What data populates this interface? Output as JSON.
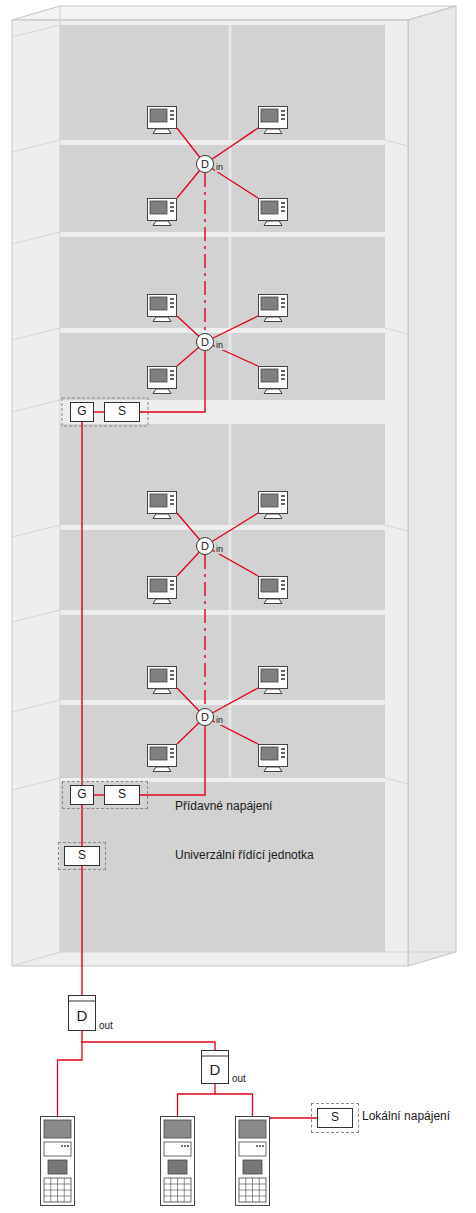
{
  "diagram": {
    "nodes": [
      {
        "text": [
          "D",
          "in"
        ]
      },
      {
        "text": [
          "D",
          "in"
        ]
      },
      {
        "text": [
          "G"
        ]
      },
      {
        "text": [
          "S"
        ]
      },
      {
        "text": [
          "D",
          "in"
        ]
      },
      {
        "text": [
          "D",
          "in"
        ]
      },
      {
        "text": [
          "Přídavné napájení"
        ]
      },
      {
        "text": [
          "G"
        ],
        "in": 6
      },
      {
        "text": [
          "S"
        ],
        "in": 6
      },
      {
        "text": [
          "Univerzální řídící jednotka"
        ]
      },
      {
        "text": [
          "S"
        ],
        "in": 9
      },
      {
        "text": [
          "D",
          "out"
        ]
      },
      {
        "text": [
          "D",
          "out"
        ]
      },
      {
        "text": [
          "Lokální napájení"
        ]
      },
      {
        "text": [
          "S"
        ],
        "in": 13
      }
    ],
    "edges": [
      {
        "from": 0,
        "to": 1,
        "arrow": "none"
      },
      {
        "from": 1,
        "to": 3,
        "arrow": "none"
      },
      {
        "from": 2,
        "to": 3,
        "arrow": "none"
      },
      {
        "from": 2,
        "to": 7,
        "arrow": "none"
      },
      {
        "from": 4,
        "to": 5,
        "arrow": "none"
      },
      {
        "from": 5,
        "to": 8,
        "arrow": "none"
      },
      {
        "from": 7,
        "to": 8,
        "arrow": "none"
      },
      {
        "from": 7,
        "to": 10,
        "arrow": "none"
      },
      {
        "from": 10,
        "to": 11,
        "arrow": "none"
      },
      {
        "from": 11,
        "to": 12,
        "arrow": "none"
      }
    ]
  }
}
